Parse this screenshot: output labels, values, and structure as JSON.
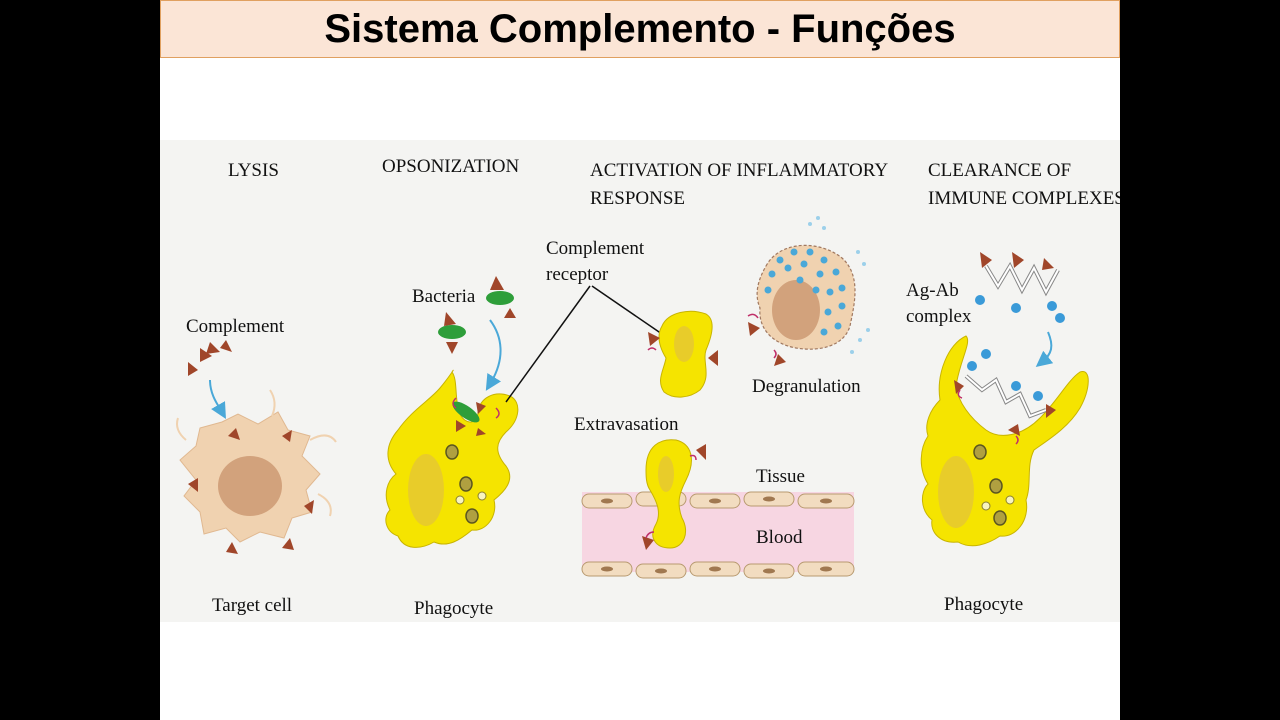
{
  "slide": {
    "title": "Sistema Complemento - Funções"
  },
  "panels": {
    "lysis": {
      "heading": "LYSIS",
      "complement_label": "Complement",
      "cell_label": "Target cell"
    },
    "opsonization": {
      "heading": "OPSONIZATION",
      "bacteria_label": "Bacteria",
      "cell_label": "Phagocyte"
    },
    "inflammatory": {
      "heading_line1": "ACTIVATION OF INFLAMMATORY",
      "heading_line2": "RESPONSE",
      "receptor_line1": "Complement",
      "receptor_line2": "receptor",
      "degranulation_label": "Degranulation",
      "extravasation_label": "Extravasation",
      "tissue_label": "Tissue",
      "blood_label": "Blood"
    },
    "clearance": {
      "heading_line1": "CLEARANCE OF",
      "heading_line2": "IMMUNE COMPLEXES",
      "agab_line1": "Ag-Ab",
      "agab_line2": "complex",
      "cell_label": "Phagocyte"
    }
  },
  "colors": {
    "title_bg": "#fbe5d6",
    "phagocyte_yellow": "#f5e400",
    "target_cell": "#f0d2b0",
    "complement_triangle": "#a0462a",
    "blood_vessel": "#f7d6e2",
    "arrow_blue": "#4aa8d8"
  }
}
